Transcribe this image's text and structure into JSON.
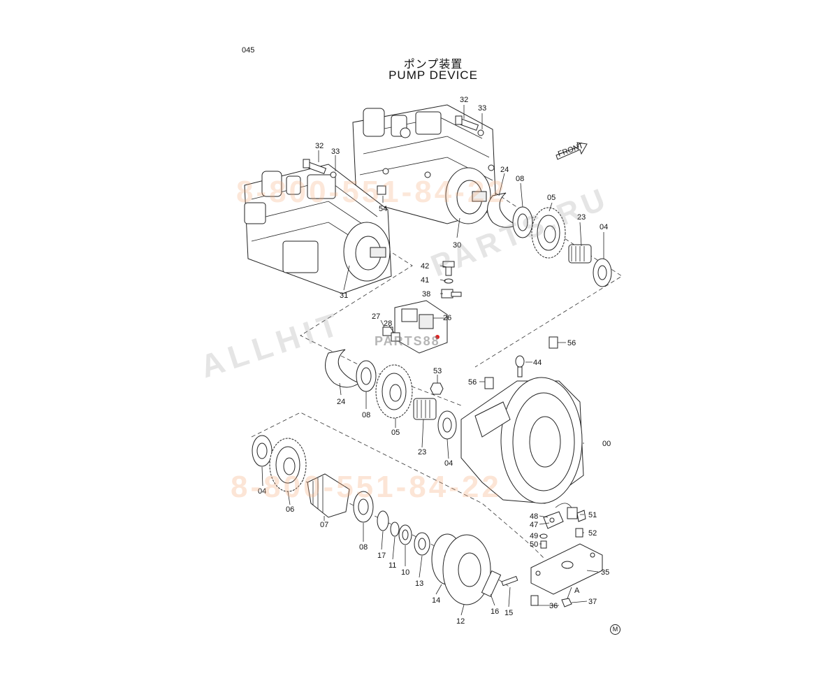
{
  "header": {
    "page_number": "045",
    "title_jp": "ポンプ装置",
    "title_en": "PUMP DEVICE",
    "footer_mark": "M"
  },
  "watermarks": {
    "phone_top": "8-800-551-84-22",
    "phone_bottom": "8-800-551-84-22",
    "brand": "ALLHIT",
    "brand_right": "PARTS.RU",
    "logo": "PARTS88"
  },
  "front_label": "FRONT",
  "callouts": {
    "c32a": "32",
    "c33a": "33",
    "c32b": "32",
    "c33b": "33",
    "c54": "54",
    "c30": "30",
    "c31": "31",
    "c24a": "24",
    "c08a": "08",
    "c05a": "05",
    "c23a": "23",
    "c04a": "04",
    "c42": "42",
    "c41": "41",
    "c38": "38",
    "c27": "27",
    "c28": "28",
    "c26": "26",
    "c56a": "56",
    "c44": "44",
    "c53": "53",
    "c56b": "56",
    "c00": "00",
    "c24b": "24",
    "c08b": "08",
    "c05b": "05",
    "c23b": "23",
    "c04b": "04",
    "c04c": "04",
    "c06": "06",
    "c07": "07",
    "c08c": "08",
    "c17": "17",
    "c11": "11",
    "c10": "10",
    "c13": "13",
    "c14": "14",
    "c12": "12",
    "c16": "16",
    "c15": "15",
    "c48": "48",
    "c47": "47",
    "c49": "49",
    "c50": "50",
    "c51": "51",
    "c52": "52",
    "c35": "35",
    "cA": "A",
    "c36": "36",
    "c37": "37"
  },
  "colors": {
    "line": "#222222",
    "watermark_orange": "#f5aa78",
    "watermark_gray": "#969696",
    "accent_red": "#e02020"
  }
}
